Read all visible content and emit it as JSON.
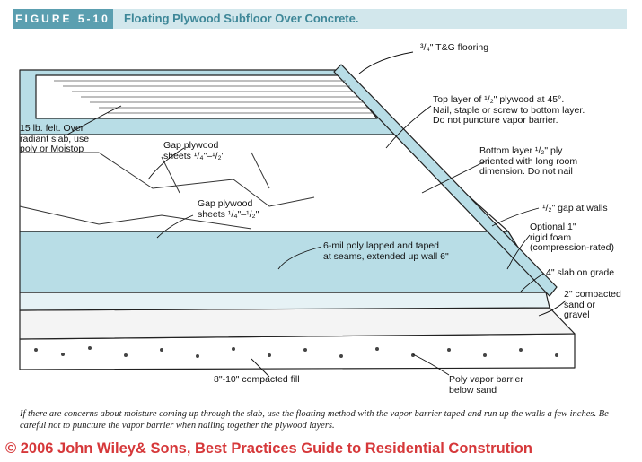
{
  "figure": {
    "number": "FIGURE 5-10",
    "title": "Floating Plywood Subfloor Over Concrete."
  },
  "labels": {
    "tg_flooring": "³/₄\" T&G flooring",
    "top_layer": "Top layer of ¹/₂\" plywood at 45°.\nNail, staple or screw to bottom layer.\nDo not puncture vapor barrier.",
    "felt": "15 lb. felt. Over\nradiant slab, use\npoly or Moistop",
    "gap_upper": "Gap plywood\nsheets ¹/₄\"–¹/₂\"",
    "bottom_layer": "Bottom layer ¹/₂\" ply\noriented with long room\ndimension. Do not nail",
    "gap_lower": "Gap plywood\nsheets ¹/₄\"–¹/₂\"",
    "gap_walls": "¹/₂\" gap at walls",
    "poly": "6-mil poly lapped and taped\nat seams, extended up wall 6\"",
    "foam": "Optional 1\"\nrigid foam\n(compression-rated)",
    "slab": "4\" slab on grade",
    "sand": "2\" compacted\nsand or\ngravel",
    "fill": "8\"-10\" compacted fill",
    "poly_barrier": "Poly vapor barrier\nbelow sand"
  },
  "caption": "If there are concerns about moisture coming up through the slab, use the floating method with the vapor barrier taped and run up the walls a few inches. Be careful not to puncture the vapor barrier when nailing together the plywood layers.",
  "copyright": "© 2006 John Wiley& Sons, Best Practices Guide to Residential Constrution",
  "colors": {
    "accent": "#5b9fb0",
    "title_bg": "#d2e7ec",
    "blue_fill": "#b8dde6",
    "copyright": "#d6383a"
  }
}
